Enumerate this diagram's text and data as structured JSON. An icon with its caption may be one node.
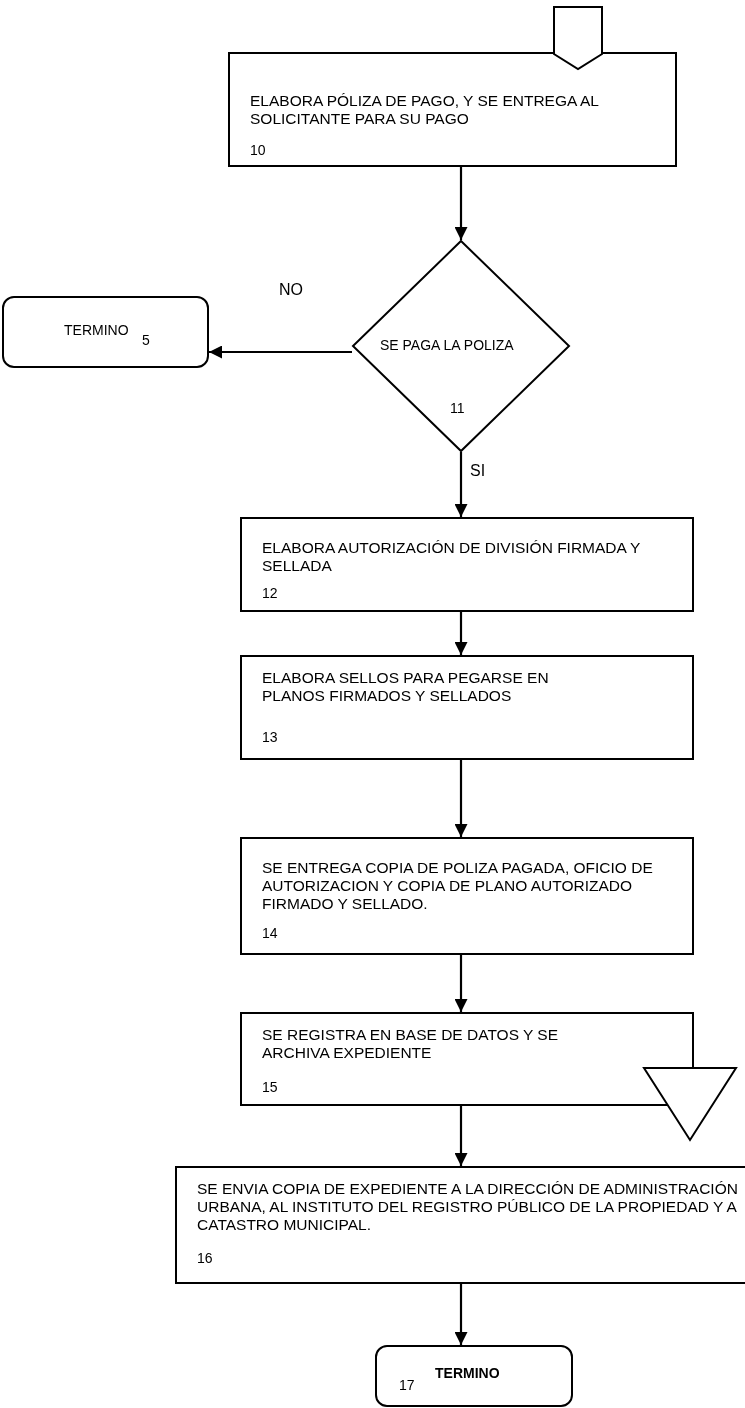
{
  "diagram": {
    "nodes": [
      {
        "text": [],
        "shape": "pentagon"
      },
      {
        "text": [
          "ELABORA PÓLIZA DE PAGO, Y SE ENTREGA AL SOLICITANTE PARA SU PAGO",
          "10"
        ]
      },
      {
        "text": [
          "TERMINO",
          "5"
        ]
      },
      {
        "text": [
          "SE PAGA LA POLIZA",
          "11"
        ]
      },
      {
        "text": [
          "ELABORA AUTORIZACIÓN DE DIVISIÓN FIRMADA Y SELLADA",
          "12"
        ]
      },
      {
        "text": [
          "ELABORA SELLOS PARA PEGARSE EN PLANOS FIRMADOS Y SELLADOS",
          "13"
        ]
      },
      {
        "text": [
          "SE ENTREGA COPIA DE POLIZA PAGADA, OFICIO DE AUTORIZACION Y COPIA DE PLANO AUTORIZADO FIRMADO Y SELLADO.",
          "14"
        ]
      },
      {
        "text": [
          "SE REGISTRA EN BASE DE DATOS Y SE ARCHIVA EXPEDIENTE",
          "15"
        ]
      },
      {
        "text": [],
        "shape": "triangle"
      },
      {
        "text": [
          "SE ENVIA COPIA DE EXPEDIENTE A LA DIRECCIÓN DE ADMINISTRACIÓN URBANA, AL INSTITUTO DEL REGISTRO PÚBLICO DE LA PROPIEDAD Y A CATASTRO MUNICIPAL.",
          "16"
        ]
      },
      {
        "text": [
          "17",
          "TERMINO"
        ]
      }
    ],
    "edges": [
      {
        "from": 1,
        "to": 3,
        "arrow": "to"
      },
      {
        "from": 3,
        "to": 2,
        "arrow": "to",
        "label": "NO"
      },
      {
        "from": 3,
        "to": 4,
        "arrow": "to",
        "label": "SI"
      },
      {
        "from": 4,
        "to": 5,
        "arrow": "to"
      },
      {
        "from": 5,
        "to": 6,
        "arrow": "to"
      },
      {
        "from": 6,
        "to": 7,
        "arrow": "to"
      },
      {
        "from": 7,
        "to": 9,
        "arrow": "to"
      },
      {
        "from": 9,
        "to": 10,
        "arrow": "to"
      }
    ]
  }
}
